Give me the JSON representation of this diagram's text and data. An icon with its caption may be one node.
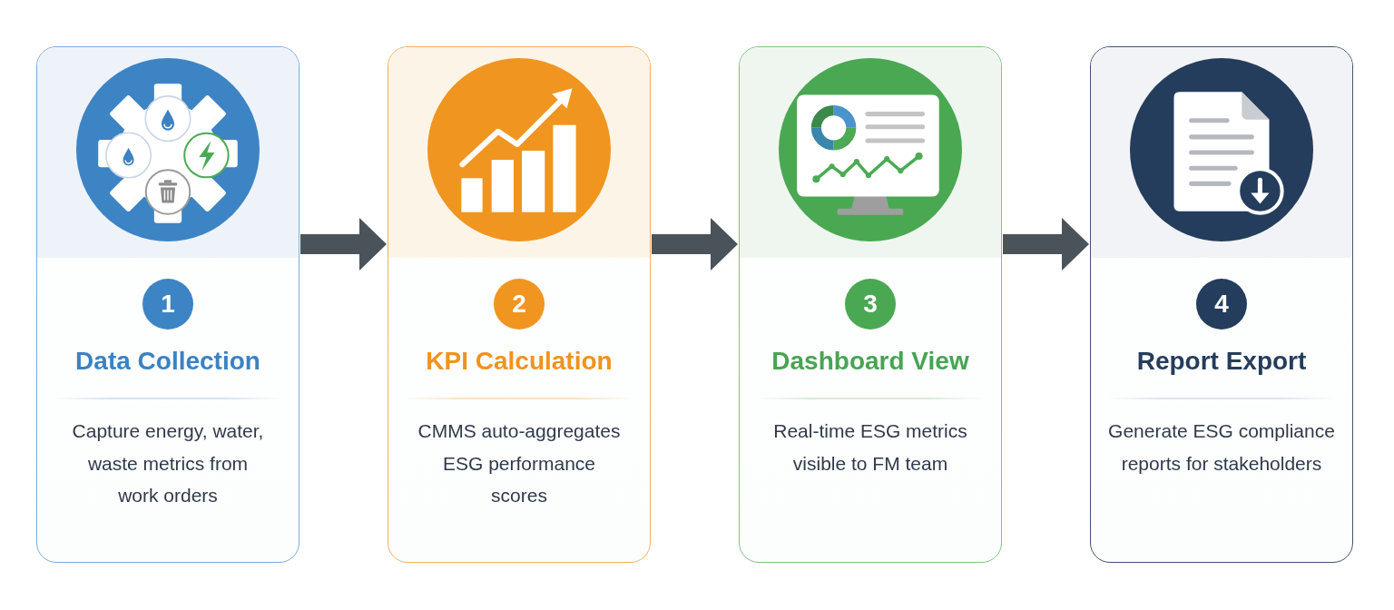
{
  "diagram": {
    "nodes": [
      {
        "text": [
          "Data Collection",
          "Capture energy, water, waste metrics from work orders"
        ]
      },
      {
        "text": [
          "1"
        ],
        "in": 0
      },
      {
        "text": [
          "KPI Calculation",
          "CMMS auto-aggregates ESG performance scores"
        ]
      },
      {
        "text": [
          "2"
        ],
        "in": 2
      },
      {
        "text": [
          "Dashboard View",
          "Real-time ESG metrics visible to FM team"
        ]
      },
      {
        "text": [
          "3"
        ],
        "in": 4
      },
      {
        "text": [
          "Report Export",
          "Generate ESG compliance reports for stakeholders"
        ]
      },
      {
        "text": [
          "4"
        ],
        "in": 6
      }
    ],
    "edges": [
      {
        "from": 0,
        "to": 2,
        "arrow": "to"
      },
      {
        "from": 2,
        "to": 4,
        "arrow": "to"
      },
      {
        "from": 4,
        "to": 6,
        "arrow": "to"
      }
    ]
  }
}
